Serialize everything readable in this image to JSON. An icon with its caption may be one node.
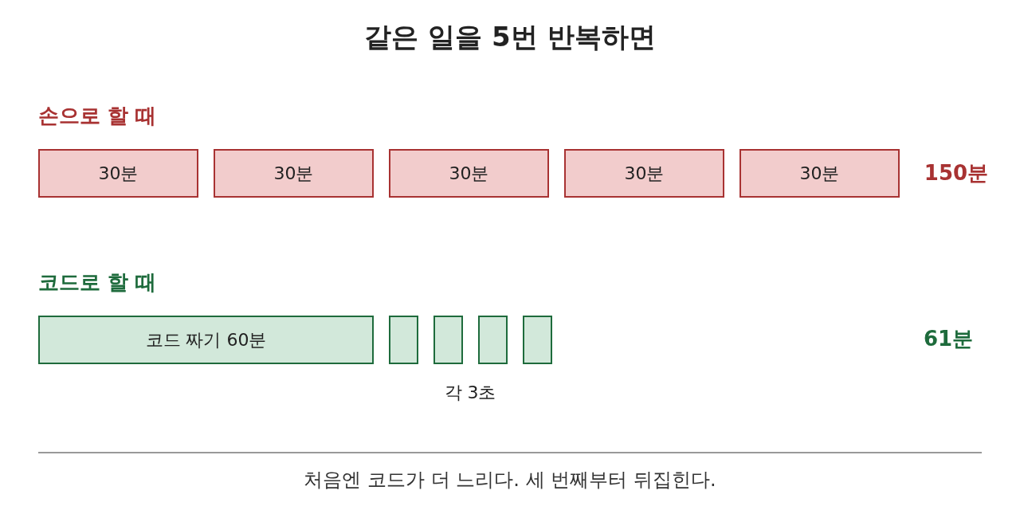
{
  "diagram": {
    "title": "같은 일을 5번 반복하면",
    "caption": "처음엔 코드가 더 느리다. 세 번째부터 뒤집힌다.",
    "nodes": [
      {
        "text": [
          "30분"
        ]
      },
      {
        "text": [
          "30분"
        ]
      },
      {
        "text": [
          "30분"
        ]
      },
      {
        "text": [
          "30분"
        ]
      },
      {
        "text": [
          "30분"
        ]
      },
      {
        "text": [
          "코드 짜기 60분"
        ]
      },
      {
        "text": [],
        "shape": "box"
      },
      {
        "text": [],
        "shape": "box"
      },
      {
        "text": [],
        "shape": "box"
      },
      {
        "text": [],
        "shape": "box"
      }
    ],
    "labels": [
      "손으로 할 때",
      "150분",
      "코드로 할 때",
      "61분",
      "각 3초"
    ]
  }
}
